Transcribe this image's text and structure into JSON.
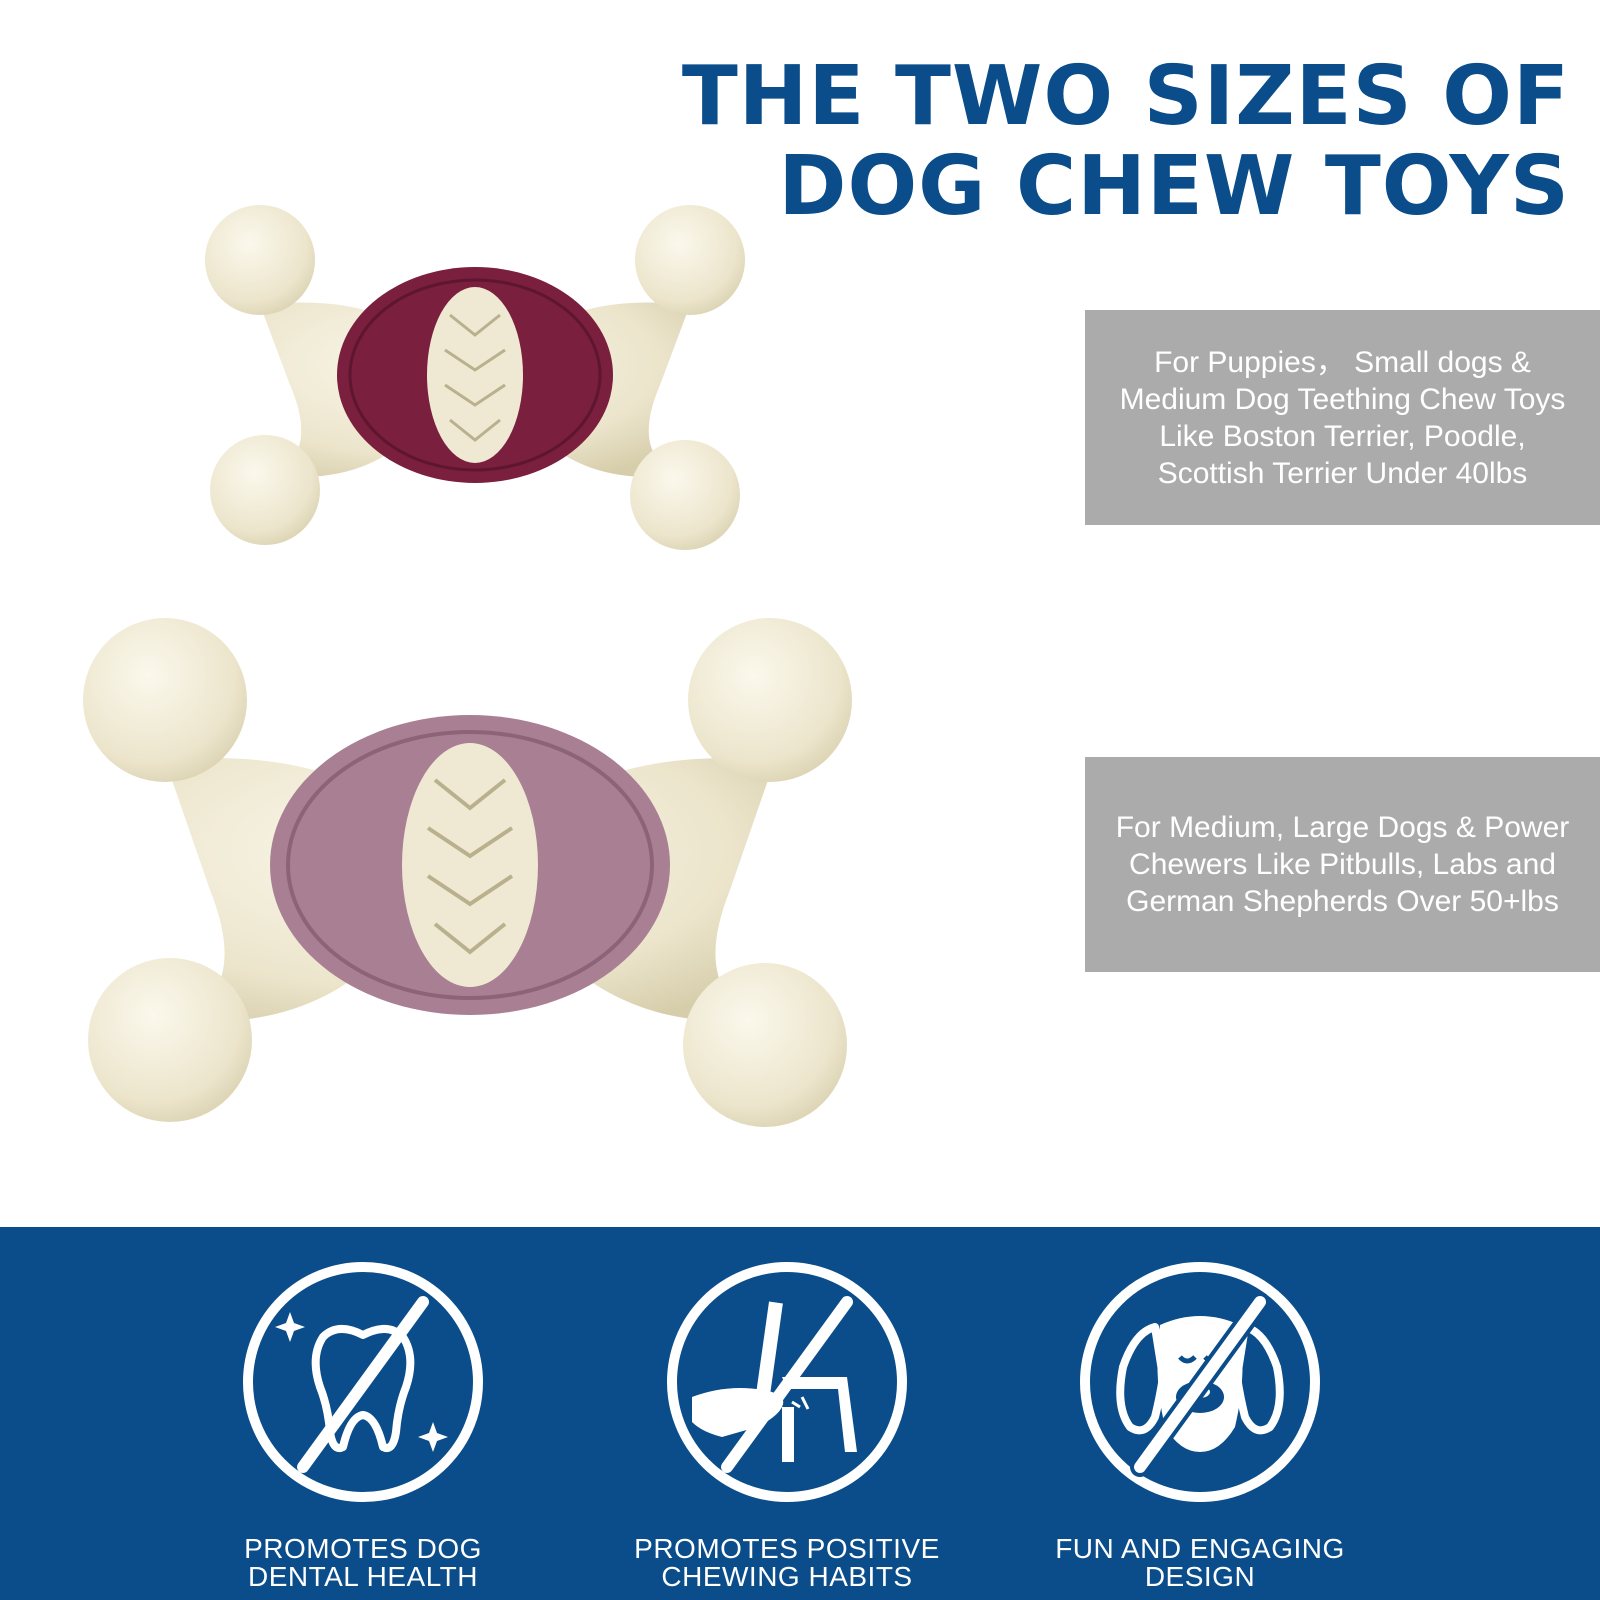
{
  "headline": {
    "line1": "THE TWO SIZES OF",
    "line2": "DOG CHEW TOYS"
  },
  "sizes": [
    {
      "label": "For Puppies， Small dogs & Medium Dog Teething Chew Toys Like  Boston Terrier, Poodle, Scottish Terrier Under 40lbs",
      "toy_color": "#7a1f3d"
    },
    {
      "label": "For Medium, Large Dogs & Power Chewers Like Pitbulls, Labs and German Shepherds Over 50+lbs",
      "toy_color": "#a97f93"
    }
  ],
  "features": [
    {
      "icon": "tooth-icon",
      "label": "PROMOTES DOG\nDENTAL HEALTH"
    },
    {
      "icon": "chewed-chair-icon",
      "label": "PROMOTES POSITIVE\nCHEWING HABITS"
    },
    {
      "icon": "dog-face-icon",
      "label": "FUN AND ENGAGING\nDESIGN"
    }
  ],
  "colors": {
    "brand_blue": "#0a4d8a",
    "info_box_gray": "#ababab",
    "bone_ivory": "#efe9d4"
  }
}
